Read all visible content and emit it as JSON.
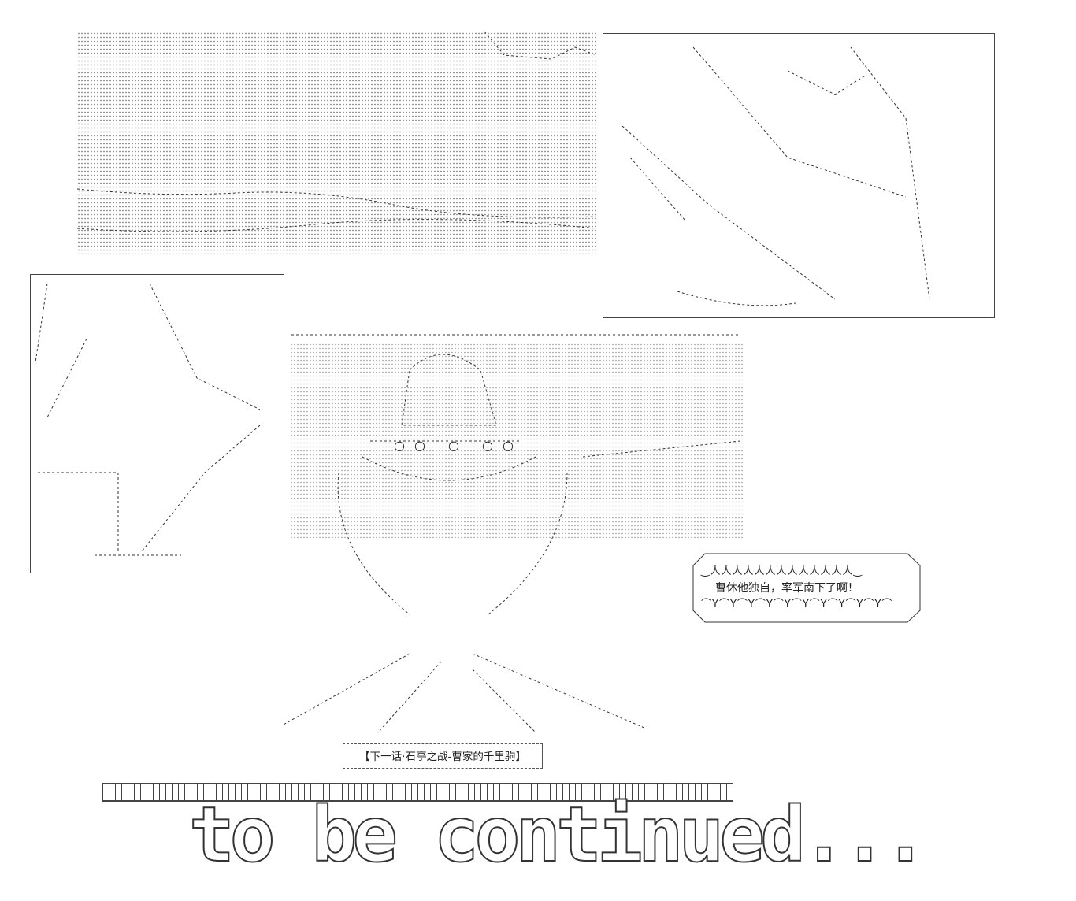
{
  "speech_bubble": {
    "text": "曹休他独自，率军南下了啊！"
  },
  "caption": {
    "text": "【下一话·石亭之战-曹家的千里驹】"
  },
  "ending_banner": {
    "text": "to be continued..."
  },
  "colors": {
    "ink": "#222222",
    "background": "#ffffff"
  }
}
